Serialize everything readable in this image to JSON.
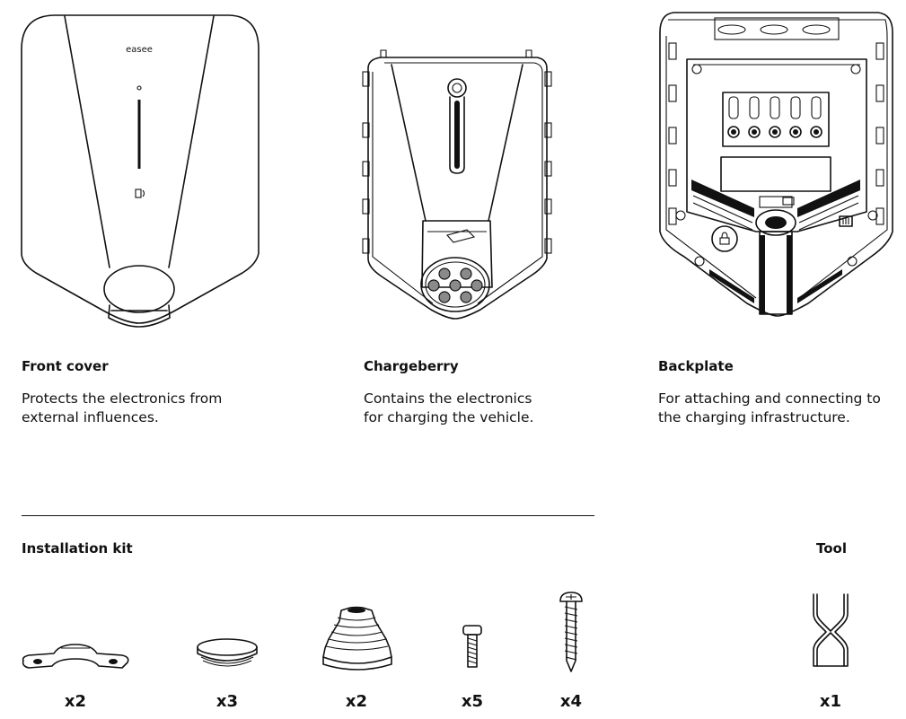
{
  "components": [
    {
      "title": "Front cover",
      "description_lines": [
        "Protects the electronics from",
        "external influences."
      ],
      "icon": "front-cover-illustration"
    },
    {
      "title": "Chargeberry",
      "description_lines": [
        "Contains the electronics",
        "for charging the vehicle."
      ],
      "icon": "chargeberry-illustration"
    },
    {
      "title": "Backplate",
      "description_lines": [
        "For attaching and connecting to",
        "the charging infrastructure."
      ],
      "icon": "backplate-illustration"
    }
  ],
  "brand_logo_text": "easee",
  "installation_kit": {
    "title": "Installation kit",
    "items": [
      {
        "icon": "cable-clamp-illustration",
        "quantity": "x2"
      },
      {
        "icon": "blanking-plug-illustration",
        "quantity": "x3"
      },
      {
        "icon": "cable-grommet-illustration",
        "quantity": "x2"
      },
      {
        "icon": "machine-screw-illustration",
        "quantity": "x5"
      },
      {
        "icon": "wood-screw-illustration",
        "quantity": "x4"
      }
    ]
  },
  "tool": {
    "title": "Tool",
    "items": [
      {
        "icon": "unlocking-tool-illustration",
        "quantity": "x1"
      }
    ]
  }
}
